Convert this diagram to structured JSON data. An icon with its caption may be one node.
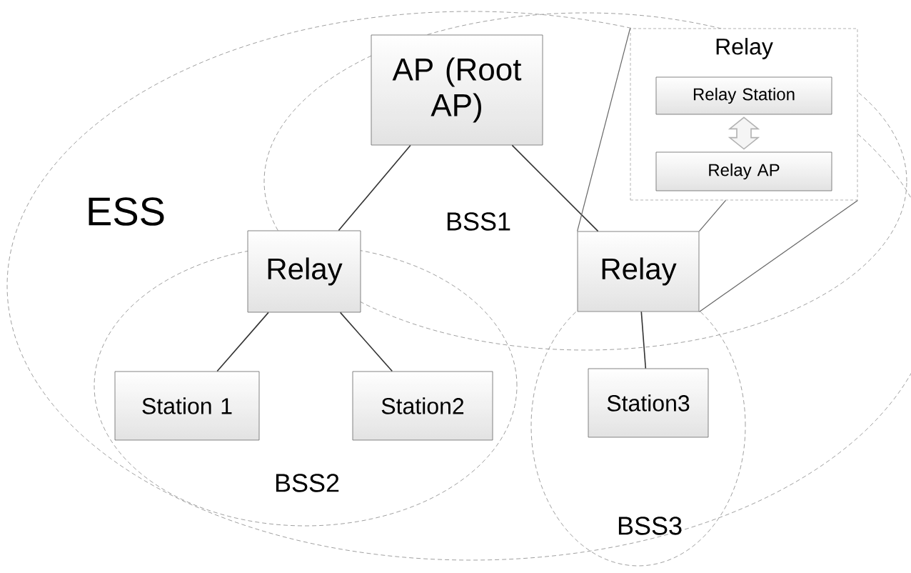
{
  "diagram": {
    "nodes": [
      {
        "text": [
          "AP (Root AP)"
        ]
      },
      {
        "text": [
          "Relay"
        ]
      },
      {
        "text": [
          "Relay"
        ]
      },
      {
        "text": [
          "Station 1"
        ]
      },
      {
        "text": [
          "Station2"
        ]
      },
      {
        "text": [
          "Station3"
        ]
      },
      {
        "text": [
          "Relay"
        ]
      },
      {
        "text": [
          "Relay Station"
        ],
        "in": 6
      },
      {
        "text": [
          "Relay AP"
        ],
        "in": 6
      }
    ],
    "edges": [
      {
        "from": 0,
        "to": 1,
        "arrow": "none"
      },
      {
        "from": 0,
        "to": 2,
        "arrow": "none"
      },
      {
        "from": 1,
        "to": 3,
        "arrow": "none"
      },
      {
        "from": 1,
        "to": 4,
        "arrow": "none"
      },
      {
        "from": 2,
        "to": 5,
        "arrow": "none"
      },
      {
        "from": 7,
        "to": 8,
        "arrow": "both",
        "style": "thick"
      },
      {
        "from": 2,
        "to": 6,
        "arrow": "none",
        "color": "#666666"
      },
      {
        "from": 2,
        "to": 6,
        "arrow": "none",
        "color": "#666666"
      },
      {
        "from": 2,
        "to": 6,
        "arrow": "none",
        "color": "#666666"
      }
    ],
    "labels": [
      "ESS",
      "BSS1",
      "BSS2",
      "BSS3"
    ]
  }
}
